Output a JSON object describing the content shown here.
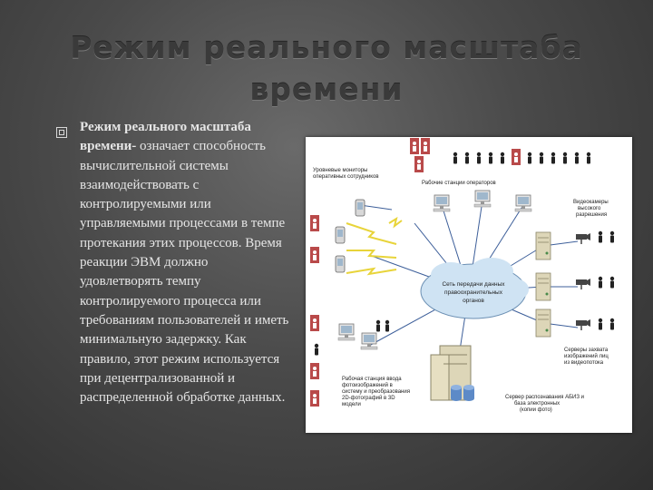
{
  "slide": {
    "title_line1": "Режим реального масштаба",
    "title_line2": "времени",
    "term": "Режим реального масштаба времени-",
    "text": " означает способность вычислительной системы взаимодействовать с контролируемыми или управляемыми процессами в темпе протекания этих процессов. Время реакции ЭВМ должно удовлетворять темпу контролируемого процесса или требованиям пользователей и иметь минимальную задержку. Как правило, этот режим используется при децентрализованной и распределенной обработке данных."
  },
  "diagram": {
    "label_monitors_1": "Уровневые мониторы",
    "label_monitors_2": "оперативных сотрудников",
    "label_operator_ws": "Рабочие станции операторов",
    "label_cameras_1": "Видеокамеры",
    "label_cameras_2": "высокого",
    "label_cameras_3": "разрешения",
    "cloud_1": "Сеть передачи данных",
    "cloud_2": "правоохранительных",
    "cloud_3": "органов",
    "label_servers_1": "Серверы захвата",
    "label_servers_2": "изображений лиц",
    "label_servers_3": "из видеопотока",
    "label_input_1": "Рабочая станция ввода",
    "label_input_2": "фотоизображений в",
    "label_input_3": "систему и преобразования",
    "label_input_4": "2D-фотографий в 3D",
    "label_input_5": "модели",
    "label_db_1": "Сервер распознавания АБИЗ и",
    "label_db_2": "база электронных",
    "label_db_3": "(копии фото)"
  },
  "colors": {
    "person_badge": "#b94a4a",
    "cloud_fill": "#cfe3f3",
    "link_line": "#3d5f9a",
    "wireless": "#e8d43a"
  }
}
